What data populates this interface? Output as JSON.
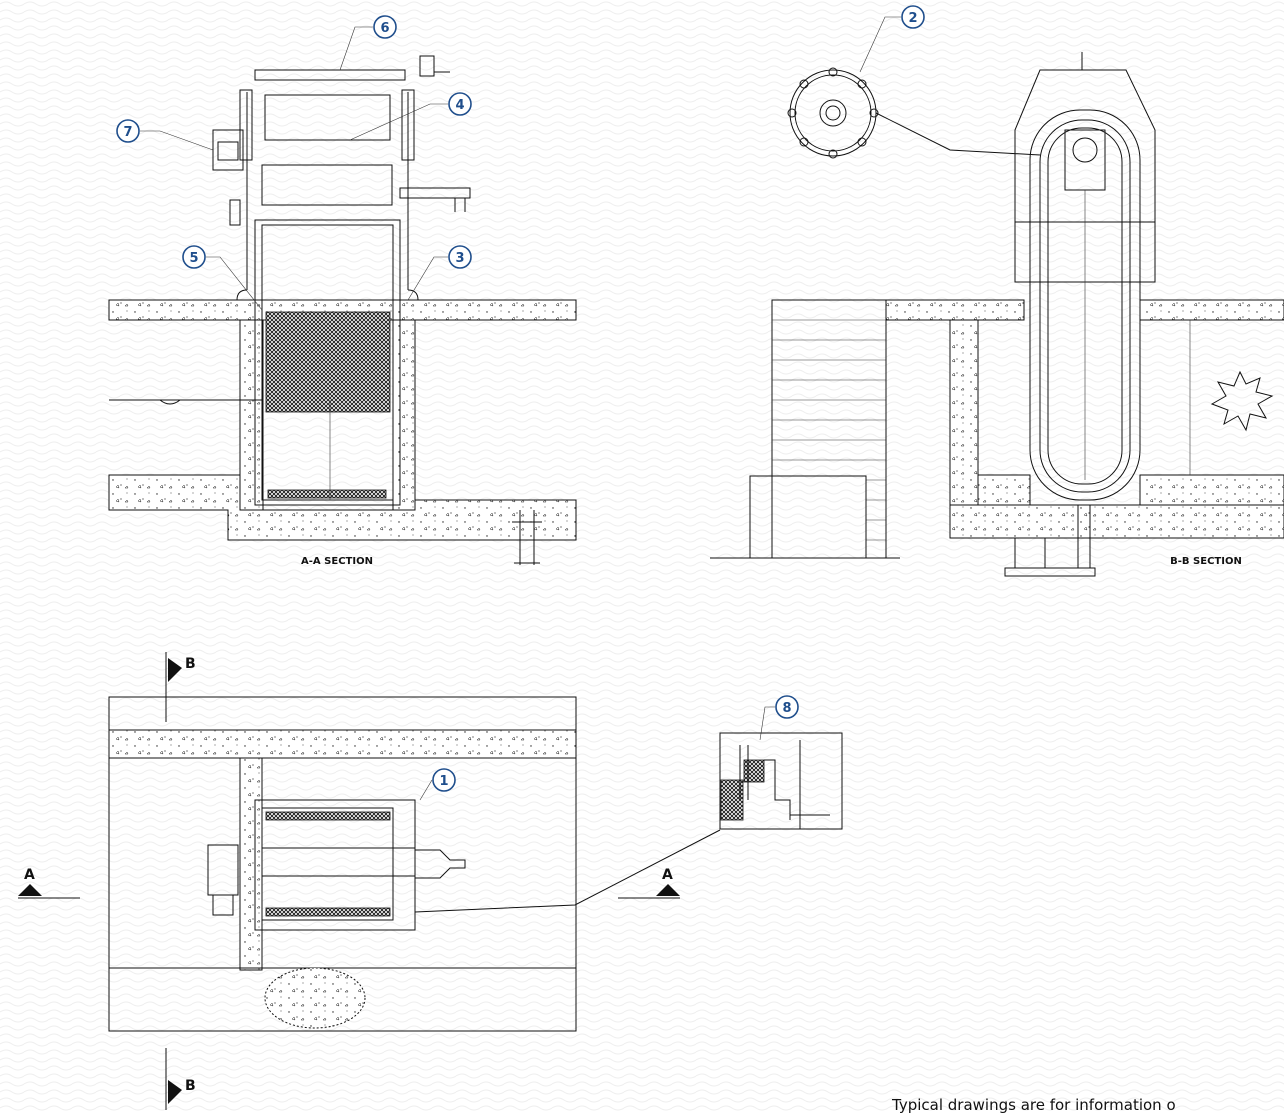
{
  "callouts": [
    "1",
    "2",
    "3",
    "4",
    "5",
    "6",
    "7",
    "8"
  ],
  "section_labels": {
    "aa": "A-A SECTION",
    "bb": "B-B SECTION"
  },
  "section_markers": {
    "b_top": "B",
    "b_bottom": "B",
    "a_left": "A",
    "a_right": "A"
  },
  "footnote": "Typical drawings are for information o"
}
